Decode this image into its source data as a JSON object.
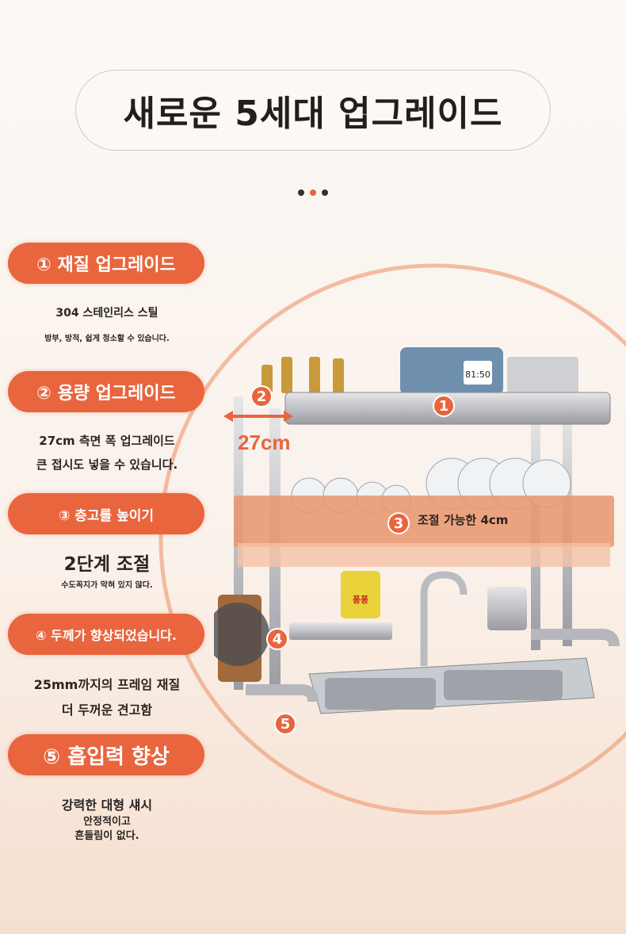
{
  "header": {
    "title": "새로운 5세대 업그레이드"
  },
  "features": [
    {
      "label": "① 재질 업그레이드",
      "lines": [
        "304 스테인리스 스틸",
        "방부, 방적, 쉽게 청소할 수 있습니다."
      ]
    },
    {
      "label": "② 용량 업그레이드",
      "lines": [
        "27cm 측면 폭 업그레이드",
        "큰 접시도 넣을 수 있습니다."
      ]
    },
    {
      "label": "③ 층고를 높이기",
      "lines": [
        "2단계 조절",
        "수도꼭지가 막혀 있지 않다."
      ]
    },
    {
      "label": "④ 두께가 향상되었습니다.",
      "lines": [
        "25mm까지의 프레임 재질",
        "더 두꺼운 견고함"
      ]
    },
    {
      "label": "⑤ 흡입력 향상",
      "lines": [
        "강력한 대형 섀시",
        "안정적이고",
        "흔들림이 없다."
      ]
    }
  ],
  "product": {
    "markers": [
      "1",
      "2",
      "3",
      "4",
      "5"
    ],
    "width_label": "27cm",
    "height_label": "조절 가능한 4cm",
    "timer_label": "81:50",
    "detergent_label": "퐁퐁"
  },
  "colors": {
    "accent": "#e8653d",
    "text": "#2b2522"
  }
}
